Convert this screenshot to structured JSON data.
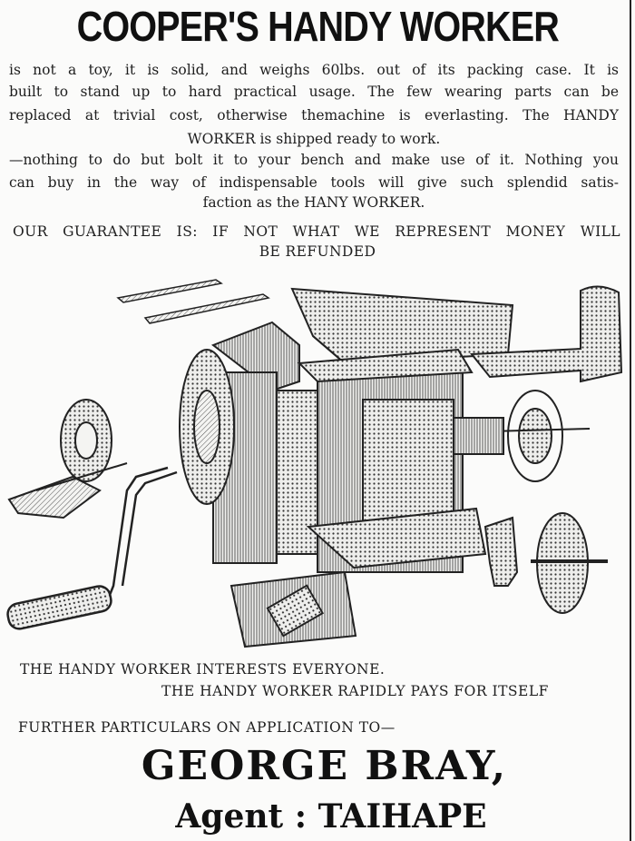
{
  "headline": "COOPER'S HANDY WORKER",
  "description_lines": [
    "is not a toy, it is solid, and weighs 60lbs. out of its packing case. It is",
    "built to stand up to hard practical usage. The few wearing parts can be",
    "replaced at trivial cost, otherwise themachine is everlasting. The HANDY",
    "WORKER is shipped ready to work.",
    "—nothing to do but bolt it to your bench and make use of it. Nothing you",
    "can buy in the way of indispensable tools will give such splendid satis-",
    "faction as the HANY WORKER."
  ],
  "guarantee_line_1": "OUR GUARANTEE IS: IF NOT WHAT WE REPRESENT MONEY WILL",
  "guarantee_line_2": "BE REFUNDED",
  "slogan_1": "THE HANDY WORKER INTERESTS EVERYONE.",
  "slogan_2": "THE HANDY WORKER RAPIDLY PAYS FOR ITSELF",
  "further": "FURTHER PARTICULARS ON APPLICATION TO—",
  "agent_name": "GEORGE BRAY,",
  "agent_label": "Agent :",
  "agent_town": "TAIHAPE",
  "colors": {
    "ink": "#1a1a1a",
    "paper": "#fbfbfa"
  }
}
